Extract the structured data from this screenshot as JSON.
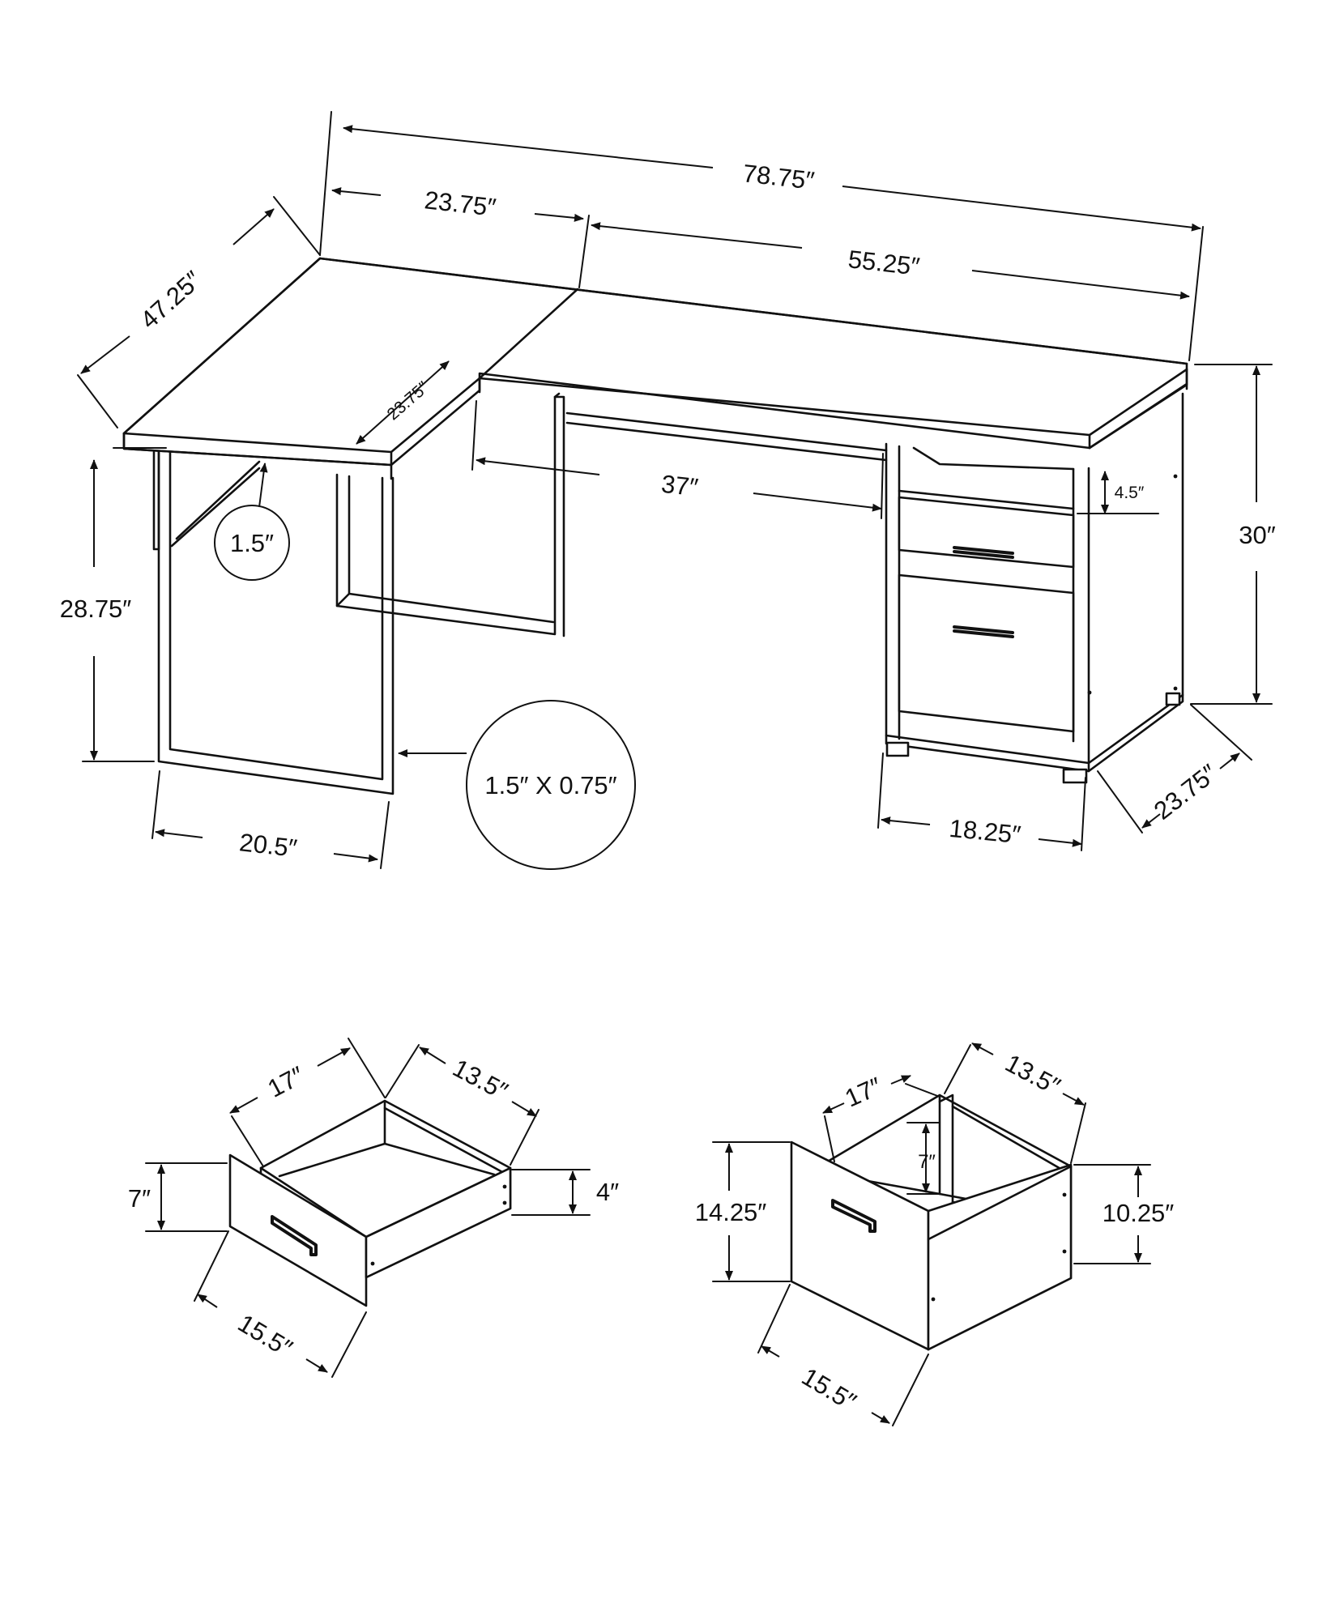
{
  "desk": {
    "overall_width": "78.75″",
    "short_return_top": "23.75″",
    "main_top_width": "55.25″",
    "return_length": "47.25″",
    "return_depth": "23.75″",
    "leg_thickness": "1.5″",
    "leg_height": "28.75″",
    "leg_profile": "1.5″ X 0.75″",
    "leg_width": "20.5″",
    "knee_space": "37″",
    "shelf_height": "4.5″",
    "overall_height": "30″",
    "cabinet_width": "18.25″",
    "cabinet_depth": "23.75″"
  },
  "small_drawer": {
    "length": "17″",
    "inner_width": "13.5″",
    "front_height": "7″",
    "side_height": "4″",
    "front_width": "15.5″"
  },
  "file_drawer": {
    "length": "17″",
    "inner_width": "13.5″",
    "inner_height": "7″",
    "front_height": "14.25″",
    "side_height": "10.25″",
    "front_width": "15.5″"
  },
  "colors": {
    "line": "#111111",
    "background": "#ffffff"
  }
}
